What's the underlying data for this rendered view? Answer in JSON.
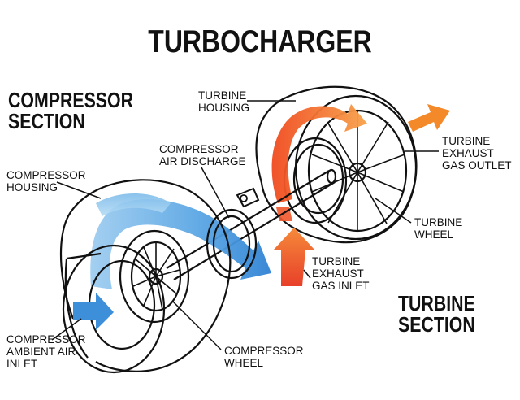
{
  "title": "TURBOCHARGER",
  "sections": {
    "compressor": "COMPRESSOR\nSECTION",
    "turbine": "TURBINE\nSECTION"
  },
  "labels": {
    "turbine_housing": "TURBINE\nHOUSING",
    "compressor_air_discharge": "COMPRESSOR\nAIR DISCHARGE",
    "compressor_housing": "COMPRESSOR\nHOUSING",
    "turbine_exhaust_gas_outlet": "TURBINE\nEXHAUST\nGAS OUTLET",
    "turbine_wheel": "TURBINE\nWHEEL",
    "turbine_exhaust_gas_inlet": "TURBINE\nEXHAUST\nGAS INLET",
    "compressor_ambient_air_inlet": "COMPRESSOR\nAMBIENT AIR\nINLET",
    "compressor_wheel": "COMPRESSOR\nWHEEL"
  },
  "colors": {
    "ink": "#111111",
    "air_flow": "#3d8fd9",
    "air_flow_light": "#9fcdf0",
    "exhaust_flow": "#f07a24",
    "exhaust_hot": "#e8402a"
  },
  "icons": [
    "air-flow-arrow",
    "exhaust-flow-arrow"
  ]
}
